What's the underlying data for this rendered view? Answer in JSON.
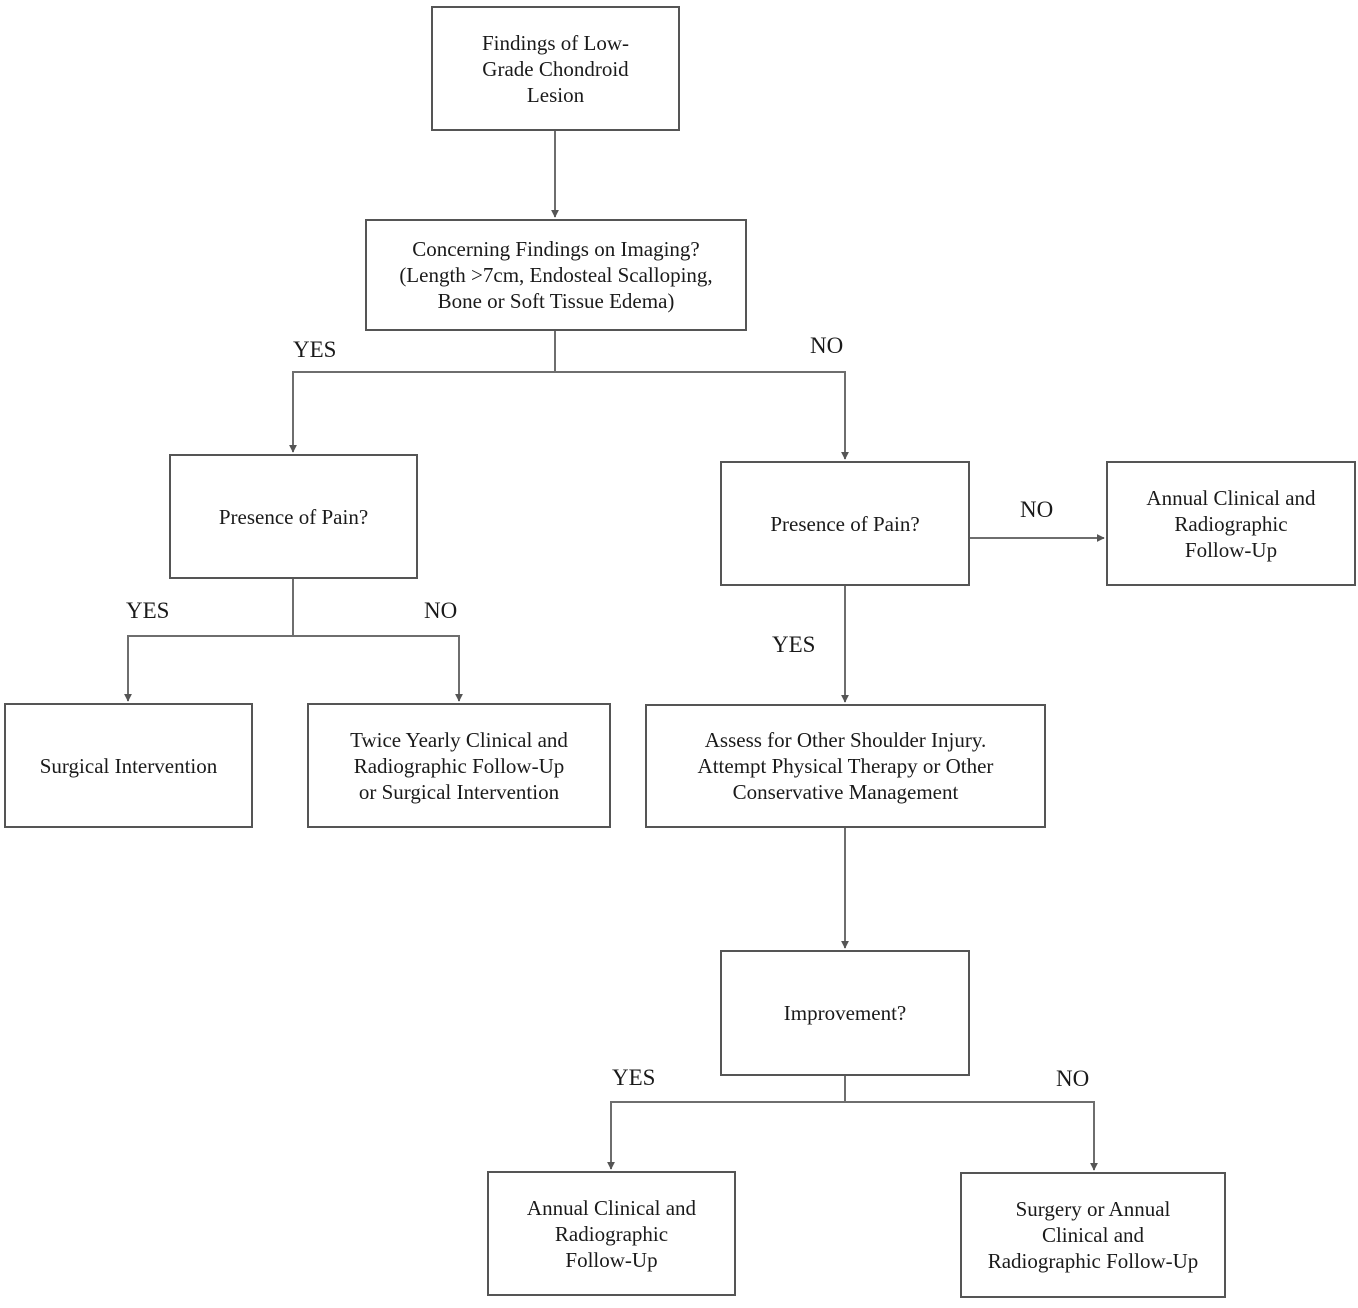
{
  "nodes": {
    "start": "Findings of Low-\nGrade Chondroid\nLesion",
    "imaging": "Concerning Findings on Imaging?\n(Length >7cm, Endosteal Scalloping,\nBone or Soft Tissue Edema)",
    "pain_left": "Presence of Pain?",
    "pain_right": "Presence of Pain?",
    "annual_right": "Annual Clinical and\nRadiographic\nFollow-Up",
    "surgical": "Surgical Intervention",
    "twice_yearly": "Twice Yearly Clinical and\nRadiographic Follow-Up\nor Surgical Intervention",
    "assess": "Assess for Other Shoulder Injury.\nAttempt Physical Therapy or Other\nConservative Management",
    "improvement": "Improvement?",
    "annual_bottom": "Annual Clinical and\nRadiographic\nFollow-Up",
    "surgery_or_annual": "Surgery or Annual\nClinical and\nRadiographic Follow-Up"
  },
  "edge_labels": {
    "imaging_yes": "YES",
    "imaging_no": "NO",
    "pain_left_yes": "YES",
    "pain_left_no": "NO",
    "pain_right_no": "NO",
    "pain_right_yes": "YES",
    "improvement_yes": "YES",
    "improvement_no": "NO"
  },
  "colors": {
    "border": "#555555",
    "line": "#6e6e6e",
    "text": "#1a1a1a"
  }
}
